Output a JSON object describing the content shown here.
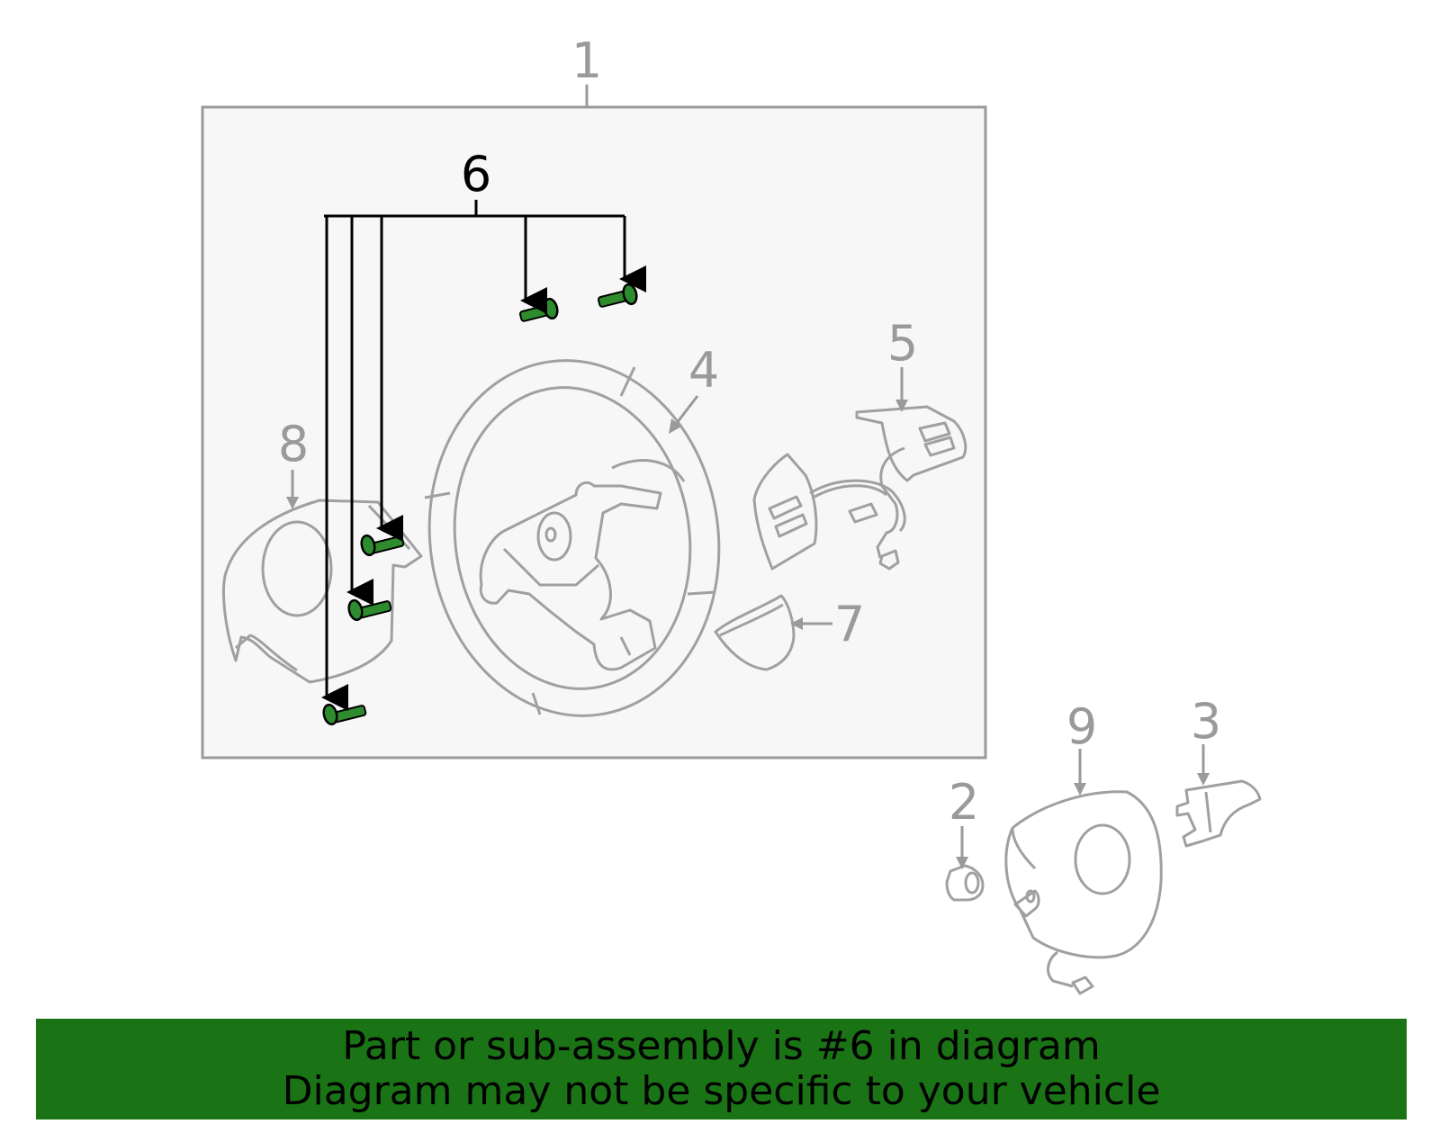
{
  "callouts": {
    "c1": "1",
    "c2": "2",
    "c3": "3",
    "c4": "4",
    "c5": "5",
    "c6": "6",
    "c7": "7",
    "c8": "8",
    "c9": "9"
  },
  "highlighted_part": "6",
  "banner": {
    "line1": "Part or sub-assembly is #6 in diagram",
    "line2": "Diagram may not be specific to your vehicle"
  },
  "colors": {
    "banner_bg": "#1a7416",
    "highlight_part": "#2e8b2e",
    "leader_line": "#000000",
    "line_art": "#a0a0a0",
    "box_fill": "#f7f7f7"
  }
}
